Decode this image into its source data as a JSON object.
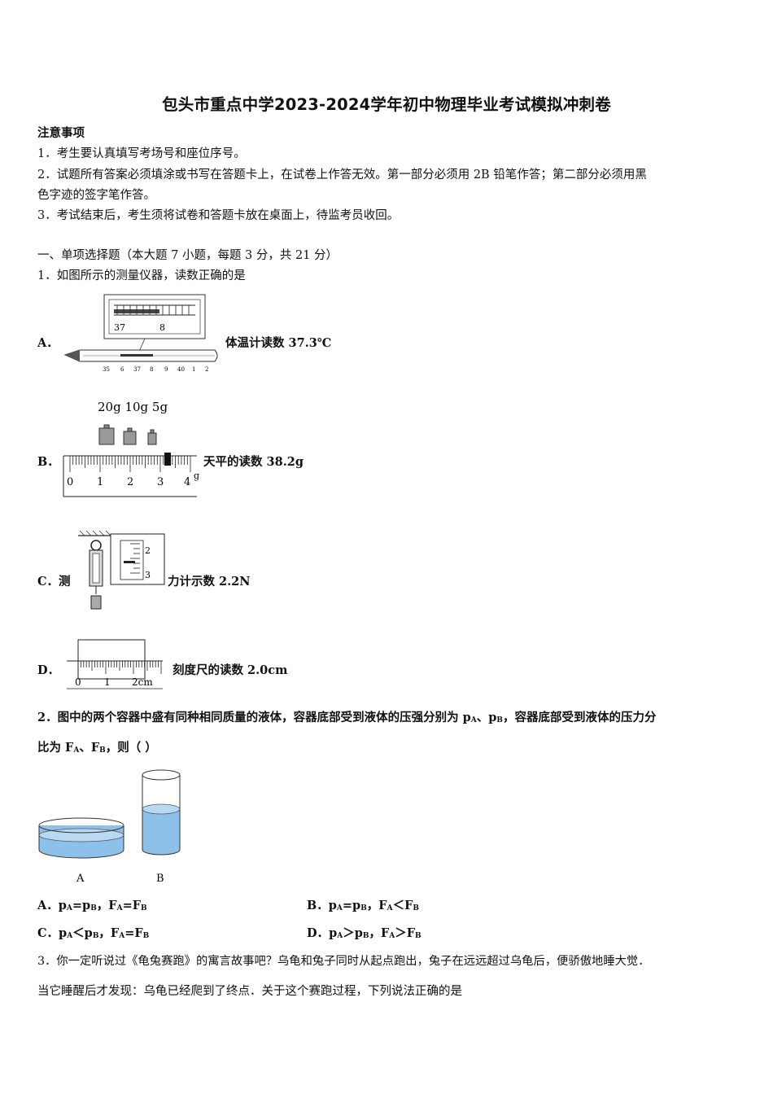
{
  "title": "包头市重点中学2023-2024学年初中物理毕业考试模拟冲刺卷",
  "notice": {
    "heading": "注意事项",
    "items": [
      "1．考生要认真填写考场号和座位序号。",
      "2．试题所有答案必须填涂或书写在答题卡上，在试卷上作答无效。第一部分必须用 2B 铅笔作答；第二部分必须用黑",
      "色字迹的签字笔作答。",
      "3．考试结束后，考生须将试卷和答题卡放在桌面上，待监考员收回。"
    ]
  },
  "section1": {
    "heading": "一、单项选择题（本大题 7 小题，每题 3 分，共 21 分）"
  },
  "q1": {
    "stem": "1．如图所示的测量仪器，读数正确的是",
    "options": [
      {
        "label": "A．",
        "text": "体温计读数 37.3℃"
      },
      {
        "label": "B．",
        "text": "天平的读数 38.2g"
      },
      {
        "label": "C．测",
        "text": "力计示数 2.2N"
      },
      {
        "label": "D．",
        "text": "刻度尺的读数 2.0cm"
      }
    ],
    "figA": {
      "zoom_ticks": [
        "37",
        "8"
      ],
      "scale_ticks": [
        "35",
        "6",
        "37",
        "8",
        "9",
        "40",
        "1",
        "2"
      ]
    },
    "figB": {
      "weights": "20g 10g 5g",
      "scale_ticks": [
        "0",
        "1",
        "2",
        "3",
        "4"
      ],
      "unit": "g"
    },
    "figC": {
      "ticks": [
        "2",
        "3"
      ]
    },
    "figD": {
      "ticks": [
        "0",
        "1",
        "2cm"
      ]
    }
  },
  "q2": {
    "stem_line1": "2．图中的两个容器中盛有同种相同质量的液体，容器底部受到液体的压强分别为 p",
    "stem_sub_a": "A",
    "stem_mid1": "、p",
    "stem_sub_b": "B",
    "stem_tail1": "，容器底部受到液体的压力分",
    "stem_line2_pre": "比为 F",
    "stem_line2_mid": "、F",
    "stem_line2_tail": "，则（ ）",
    "container_labels": [
      "A",
      "B"
    ],
    "options": [
      {
        "label": "A．",
        "text": "p<sub>A</sub>=p<sub>B</sub>，F<sub>A</sub>=F<sub>B</sub>"
      },
      {
        "label": "B．",
        "text": "p<sub>A</sub>=p<sub>B</sub>，F<sub>A</sub>＜F<sub>B</sub>"
      },
      {
        "label": "C．",
        "text": "p<sub>A</sub>＜p<sub>B</sub>，F<sub>A</sub>=F<sub>B</sub>"
      },
      {
        "label": "D．",
        "text": "p<sub>A</sub>＞p<sub>B</sub>，F<sub>A</sub>＞F<sub>B</sub>"
      }
    ],
    "colors": {
      "liquid": "#8ec1ea",
      "liquid_top": "#b9d9f3"
    }
  },
  "q3": {
    "line1": "3．你一定听说过《龟兔赛跑》的寓言故事吧？乌龟和兔子同时从起点跑出，兔子在远远超过乌龟后，便骄傲地睡大觉．",
    "line2": "当它睡醒后才发现：乌龟已经爬到了终点．关于这个赛跑过程，下列说法正确的是"
  }
}
